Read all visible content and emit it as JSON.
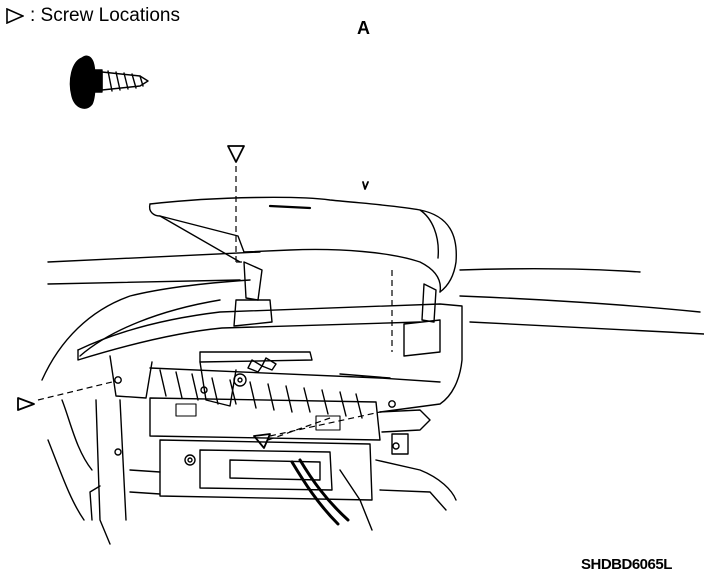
{
  "legend": {
    "symbol": "triangle-marker-icon",
    "label": ": Screw Locations"
  },
  "callout_label": "A",
  "drawing_code": "SHDBD6065L",
  "screw_markers": [
    {
      "name": "screw-marker-top"
    },
    {
      "name": "screw-marker-left"
    },
    {
      "name": "screw-marker-center"
    }
  ],
  "colors": {
    "line": "#000000",
    "background": "#ffffff"
  }
}
